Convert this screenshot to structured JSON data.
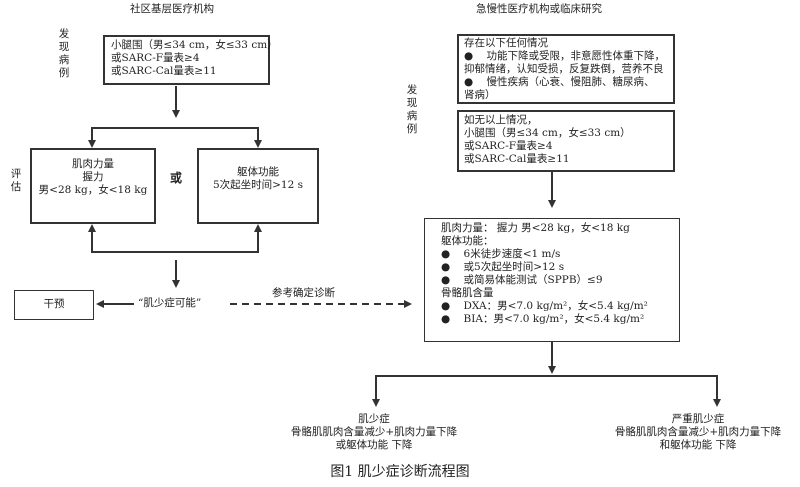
{
  "headers": {
    "left": "社区基层医疗机构",
    "right": "急慢性医疗机构或临床研究"
  },
  "side_labels": {
    "find_left": "发现病例",
    "assess_left": "评估",
    "find_right": "发现病例"
  },
  "left_find_box": {
    "lines": [
      "小腿围（男≤34 cm，女≤33 cm）",
      "或SARC-F量表≥4",
      "或SARC-Cal量表≥11"
    ]
  },
  "muscle_box": {
    "lines": [
      "肌肉力量",
      "握力",
      "男<28 kg，女<18 kg"
    ]
  },
  "or_label": "或",
  "body_function_box": {
    "lines": [
      "躯体功能",
      "5次起坐时间>12 s"
    ]
  },
  "possible_label": "“肌少症可能”",
  "intervention_label": "干预",
  "reference_label": "参考确定诊断",
  "right_cond_box": {
    "title": "存在以下任何情况",
    "lines": [
      "功能下降或受限，非意愿性体重下降，",
      "抑郁情绪，认知受损，反复跌倒，营养不良",
      "慢性疾病（心衰、慢阻肺、糖尿病、",
      "肾病）"
    ]
  },
  "right_find_box": {
    "lines": [
      "如无以上情况，",
      "小腿围（男≤34 cm，女≤33 cm）",
      "或SARC-F量表≥4",
      "或SARC-Cal量表≥11"
    ]
  },
  "diag_box": {
    "lines": [
      "肌肉力量： 握力 男<28 kg，女<18 kg",
      "躯体功能：",
      "6米徒步速度<1 m/s",
      "或5次起坐时间>12 s",
      "或简易体能测试（SPPB）≤9",
      "骨骼肌含量",
      "DXA：男<7.0 kg/m²，女<5.4 kg/m²",
      "BIA：男<7.0 kg/m²，女<5.4 kg/m²"
    ]
  },
  "outcome_left": {
    "title": "肌少症",
    "lines": [
      "骨骼肌肌肉含量减少+肌肉力量下降",
      "或躯体功能 下降"
    ]
  },
  "outcome_right": {
    "title": "严重肌少症",
    "lines": [
      "骨骼肌肌肉含量减少+肌肉力量下降",
      "和躯体功能 下降"
    ]
  },
  "caption": "图1 肌少症诊断流程图"
}
